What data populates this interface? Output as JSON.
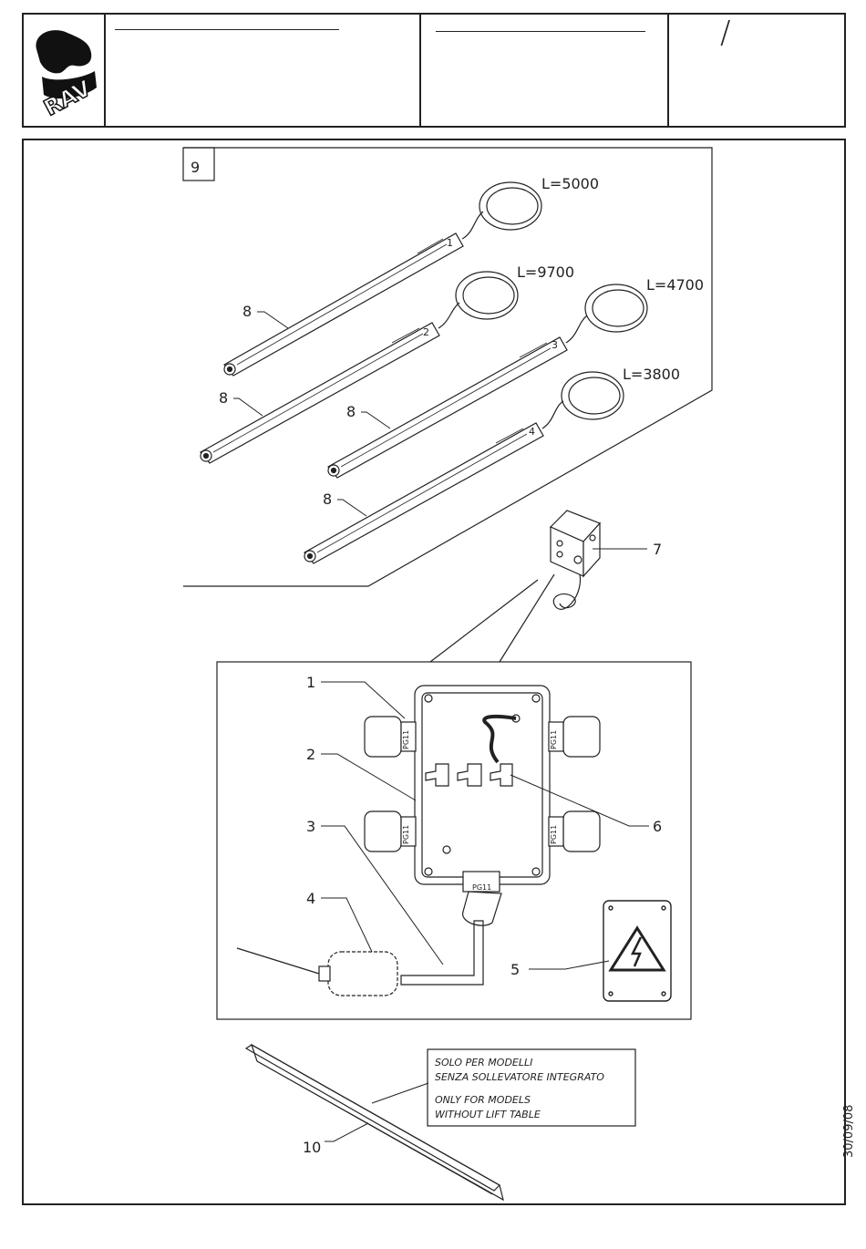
{
  "header": {
    "logo_text": "RAV",
    "revision_mark": "/"
  },
  "drawing": {
    "group_number": "9",
    "cables": [
      {
        "length": "L=5000",
        "num": "1"
      },
      {
        "length": "L=9700",
        "num": "2"
      },
      {
        "length": "L=4700",
        "num": "3"
      },
      {
        "length": "L=3800",
        "num": "4"
      }
    ],
    "rod_callout": "8",
    "box_callout": "7",
    "detail_callouts": [
      "1",
      "2",
      "3",
      "4",
      "5",
      "6"
    ],
    "gland_labels": [
      "PG11",
      "PG11",
      "PG11",
      "PG11",
      "PG11"
    ],
    "rail_callout": "10",
    "note": {
      "it_line1": "SOLO PER MODELLI",
      "it_line2": "SENZA SOLLEVATORE INTEGRATO",
      "en_line1": "ONLY FOR MODELS",
      "en_line2": "WITHOUT LIFT TABLE"
    }
  },
  "footer": {
    "date": "30/09/08"
  }
}
